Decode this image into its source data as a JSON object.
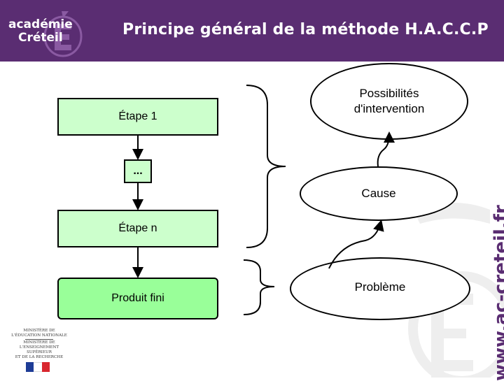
{
  "header": {
    "title": "Principe général de la méthode H.A.C.C.P",
    "logo_line1": "académie",
    "logo_line2": "Créteil"
  },
  "flow": {
    "steps": [
      "Étape 1",
      "...",
      "Étape n",
      "Produit fini"
    ]
  },
  "ellipses": {
    "top": "Possibilités\nd'intervention",
    "middle": "Cause",
    "bottom": "Problème"
  },
  "ministry": {
    "line1": "MINISTÈRE DE",
    "line2": "L'ÉDUCATION NATIONALE",
    "line3": "MINISTÈRE DE",
    "line4": "L'ENSEIGNEMENT SUPÉRIEUR",
    "line5": "ET DE LA RECHERCHE"
  },
  "side_url": "www.ac-creteil.fr",
  "colors": {
    "header": "#5a2d72",
    "box_fill": "#ccffcc",
    "final_fill": "#99ff99"
  }
}
